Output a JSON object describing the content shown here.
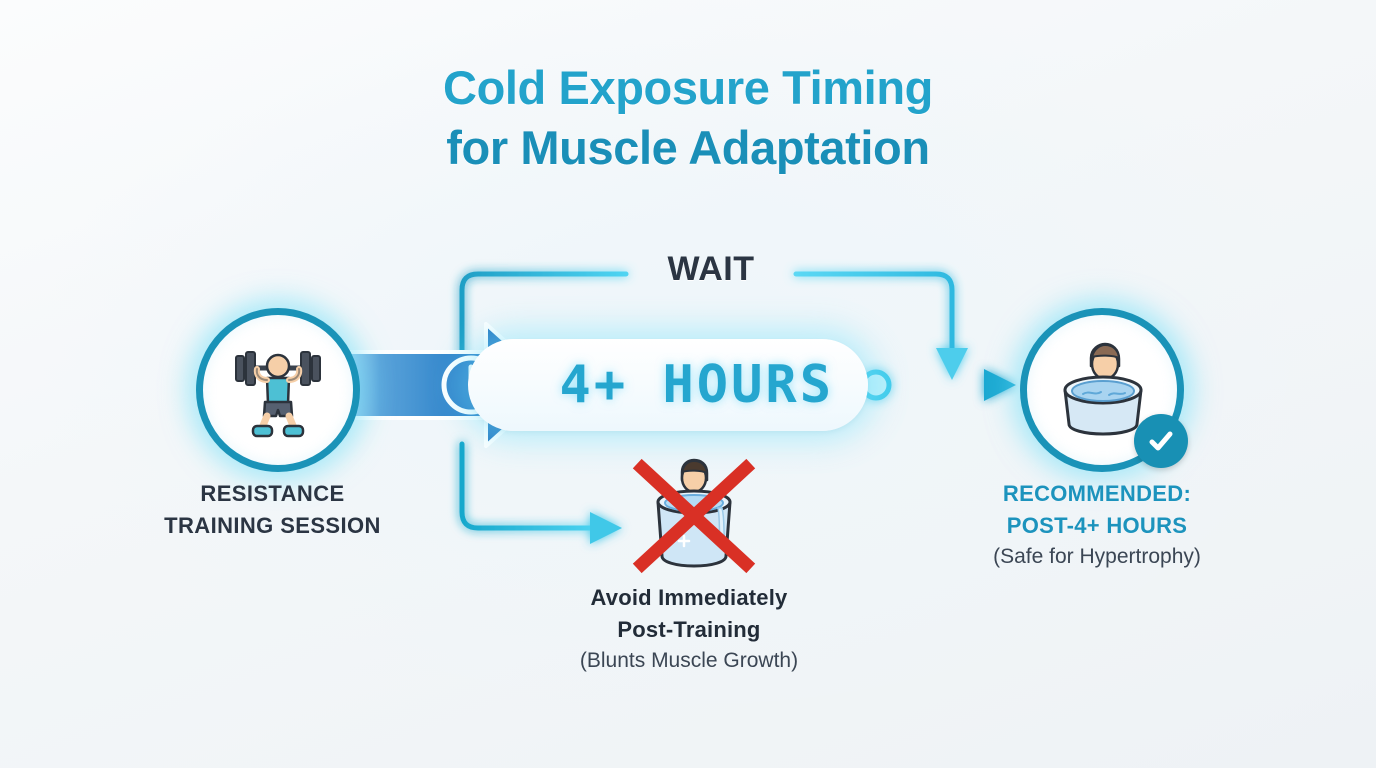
{
  "title": {
    "line1": "Cold Exposure Timing",
    "line2": "for Muscle Adaptation"
  },
  "flow": {
    "wait_label": "WAIT",
    "timer_value": "4+ HOURS"
  },
  "nodes": {
    "start": {
      "icon": "weightlifter-squat-icon",
      "caption_line1": "RESISTANCE",
      "caption_line2": "TRAINING SESSION"
    },
    "recommended": {
      "icon": "person-in-ice-bath-icon",
      "badge_icon": "check-circle-icon",
      "caption_line1": "RECOMMENDED:",
      "caption_line2": "POST-4+ HOURS",
      "caption_note": "(Safe for Hypertrophy)"
    },
    "avoid": {
      "icon": "ice-bath-crossed-out-icon",
      "caption_line1": "Avoid Immediately",
      "caption_line2": "Post-Training",
      "caption_note": "(Blunts Muscle Growth)"
    }
  },
  "icons": {
    "clock": "clock-icon",
    "arrow": "right-arrow-icon",
    "node_dot": "connector-node-icon"
  },
  "colors": {
    "title_primary": "#23a3cb",
    "title_secondary": "#1a8fb8",
    "accent_cyan": "#35c6ec",
    "accent_teal": "#1a93b8",
    "arrow_blue": "#2277c4",
    "dark_text": "#2b3543",
    "warning_red": "#d93025",
    "background": "#f4f7f9"
  }
}
